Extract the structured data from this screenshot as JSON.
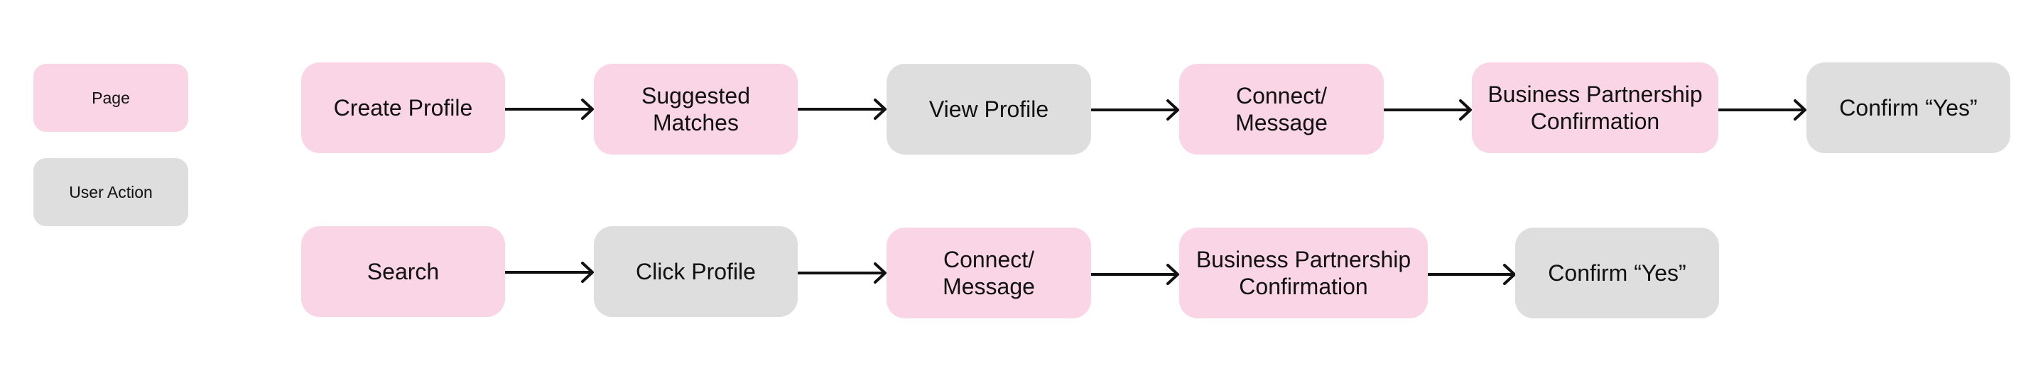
{
  "colors": {
    "page": "#f9d5e6",
    "user_action": "#dedede",
    "arrow": "#111111"
  },
  "legend": [
    {
      "label": "Page",
      "type": "page"
    },
    {
      "label": "User Action",
      "type": "action"
    }
  ],
  "flows": [
    {
      "steps": [
        {
          "label": "Create Profile",
          "type": "page"
        },
        {
          "label": "Suggested\nMatches",
          "type": "page"
        },
        {
          "label": "View Profile",
          "type": "action"
        },
        {
          "label": "Connect/\nMessage",
          "type": "page"
        },
        {
          "label": "Business Partnership\nConfirmation",
          "type": "page"
        },
        {
          "label": "Confirm “Yes”",
          "type": "action"
        }
      ]
    },
    {
      "steps": [
        {
          "label": "Search",
          "type": "page"
        },
        {
          "label": "Click Profile",
          "type": "action"
        },
        {
          "label": "Connect/\nMessage",
          "type": "page"
        },
        {
          "label": "Business Partnership\nConfirmation",
          "type": "page"
        },
        {
          "label": "Confirm “Yes”",
          "type": "action"
        }
      ]
    }
  ]
}
